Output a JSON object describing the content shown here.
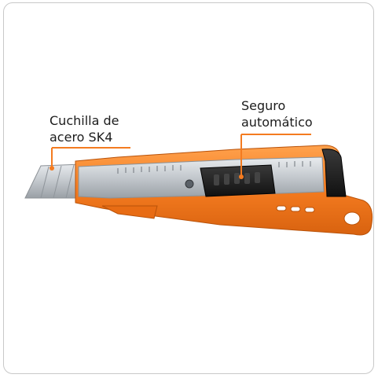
{
  "callouts": {
    "blade": {
      "line1": "Cuchilla de",
      "line2": "acero SK4"
    },
    "lock": {
      "line1": "Seguro",
      "line2": "automático"
    }
  },
  "colors": {
    "orange": "#f47b20",
    "orange_dark": "#d2600f",
    "callout_line": "#f47b20",
    "steel": "#c9cdd1",
    "black": "#1e1e1e"
  }
}
